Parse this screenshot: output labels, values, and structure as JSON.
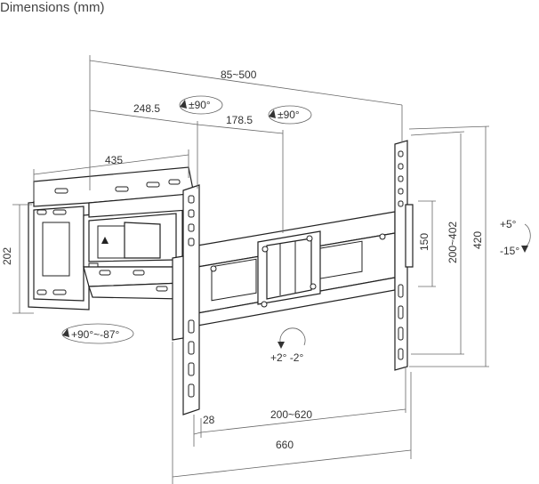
{
  "title": "Dimensions (mm)",
  "dimensions": {
    "arm_extension": "85~500",
    "arm_segment_1": "248.5",
    "arm_segment_2": "178.5",
    "swivel_1": "±90°",
    "swivel_2": "±90°",
    "wall_plate_width": "435",
    "wall_plate_height": "202",
    "wall_swivel": "+90°~-87°",
    "vesa_small": "150",
    "vesa_vertical": "200~402",
    "bracket_height": "420",
    "tilt_up": "+5°",
    "tilt_down": "-15°",
    "rotation": "+2°  -2°",
    "edge_offset": "28",
    "vesa_horizontal": "200~620",
    "bracket_width": "660"
  }
}
